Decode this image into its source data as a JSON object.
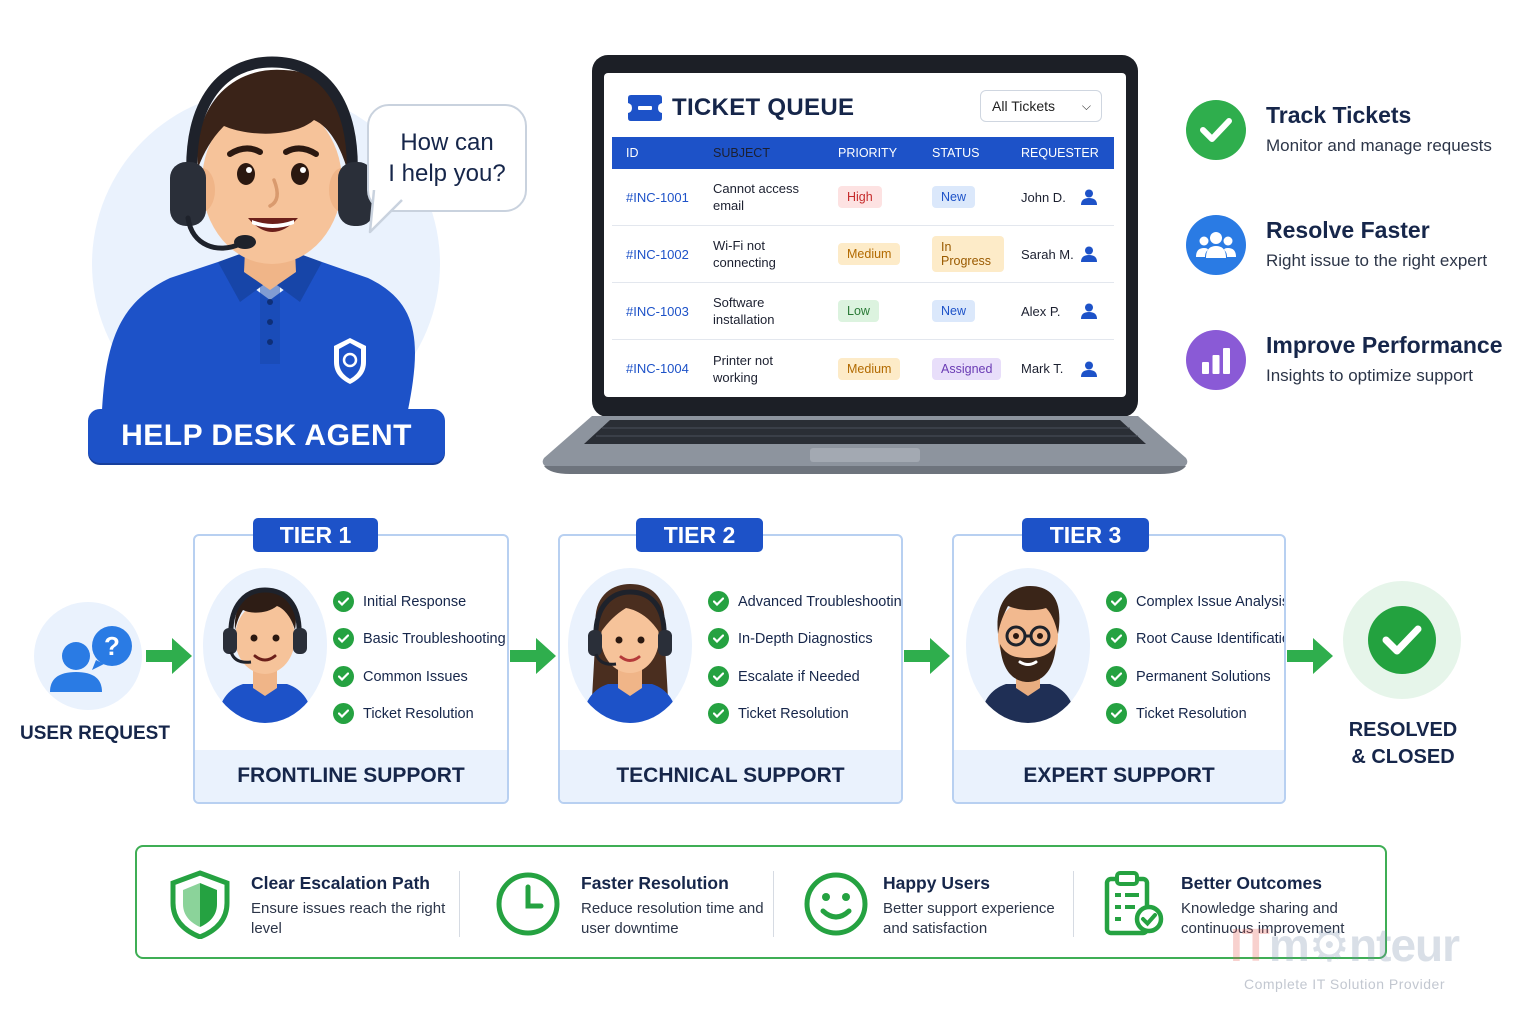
{
  "agent": {
    "speech_line1": "How can",
    "speech_line2": "I help you?",
    "label": "HELP DESK AGENT"
  },
  "ticket_queue": {
    "title": "TICKET QUEUE",
    "filter_value": "All Tickets",
    "columns": [
      "ID",
      "SUBJECT",
      "PRIORITY",
      "STATUS",
      "REQUESTER"
    ],
    "rows": [
      {
        "id": "#INC-1001",
        "subject_l1": "Cannot access",
        "subject_l2": "email",
        "priority": "High",
        "status": "New",
        "requester": "John D."
      },
      {
        "id": "#INC-1002",
        "subject_l1": "Wi-Fi not",
        "subject_l2": "connecting",
        "priority": "Medium",
        "status": "In Progress",
        "requester": "Sarah M."
      },
      {
        "id": "#INC-1003",
        "subject_l1": "Software",
        "subject_l2": "installation",
        "priority": "Low",
        "status": "New",
        "requester": "Alex P."
      },
      {
        "id": "#INC-1004",
        "subject_l1": "Printer not",
        "subject_l2": "working",
        "priority": "Medium",
        "status": "Assigned",
        "requester": "Mark T."
      }
    ]
  },
  "benefits": [
    {
      "title": "Track Tickets",
      "desc": "Monitor and manage requests",
      "icon": "check-circle-icon",
      "color": "#2fae4d"
    },
    {
      "title": "Resolve Faster",
      "desc": "Right issue to the right expert",
      "icon": "team-icon",
      "color": "#2a7be4"
    },
    {
      "title": "Improve Performance",
      "desc": "Insights to optimize support",
      "icon": "bar-chart-icon",
      "color": "#8a5ad6"
    }
  ],
  "flow": {
    "user_request": "USER REQUEST",
    "resolved_l1": "RESOLVED",
    "resolved_l2": "& CLOSED"
  },
  "tiers": [
    {
      "tag": "TIER 1",
      "footer": "FRONTLINE SUPPORT",
      "items": [
        "Initial Response",
        "Basic Troubleshooting",
        "Common Issues",
        "Ticket Resolution"
      ]
    },
    {
      "tag": "TIER 2",
      "footer": "TECHNICAL SUPPORT",
      "items": [
        "Advanced Troubleshooting",
        "In-Depth Diagnostics",
        "Escalate if Needed",
        "Ticket Resolution"
      ]
    },
    {
      "tag": "TIER 3",
      "footer": "EXPERT SUPPORT",
      "items": [
        "Complex Issue Analysis",
        "Root Cause Identification",
        "Permanent Solutions",
        "Ticket Resolution"
      ]
    }
  ],
  "bottom": [
    {
      "title": "Clear Escalation Path",
      "desc": "Ensure issues reach the right level",
      "icon": "shield-icon"
    },
    {
      "title": "Faster Resolution",
      "desc": "Reduce resolution time and user downtime",
      "icon": "clock-icon"
    },
    {
      "title": "Happy Users",
      "desc": "Better support experience and satisfaction",
      "icon": "smiley-icon"
    },
    {
      "title": "Better Outcomes",
      "desc": "Knowledge sharing and continuous improvement",
      "icon": "clipboard-check-icon"
    }
  ],
  "watermark": {
    "logo_it": "IT",
    "logo_rest": "m⚙nteur",
    "tagline": "Complete IT Solution Provider"
  },
  "colors": {
    "brand_blue": "#1d52c8",
    "green": "#25a241",
    "high_bg": "#fde2e2",
    "high_fg": "#c62b2b",
    "medium_bg": "#fdebc8",
    "medium_fg": "#b26a00",
    "low_bg": "#dcf3df",
    "low_fg": "#2a7a36",
    "new_bg": "#dbe8fb",
    "new_fg": "#1d52c8",
    "progress_bg": "#fdebc8",
    "progress_fg": "#9a5a00",
    "assigned_bg": "#e8defa",
    "assigned_fg": "#6a3bb4"
  }
}
